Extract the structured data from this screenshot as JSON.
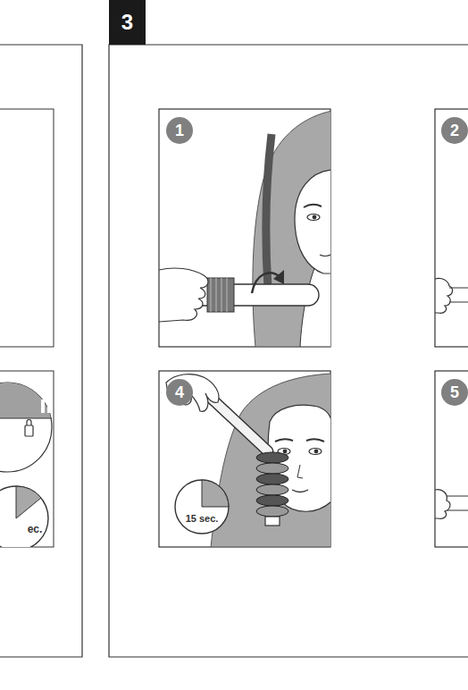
{
  "diagram": {
    "labels": [
      "3",
      "1",
      "2",
      "4",
      "5",
      "15 sec.",
      "ec."
    ]
  }
}
